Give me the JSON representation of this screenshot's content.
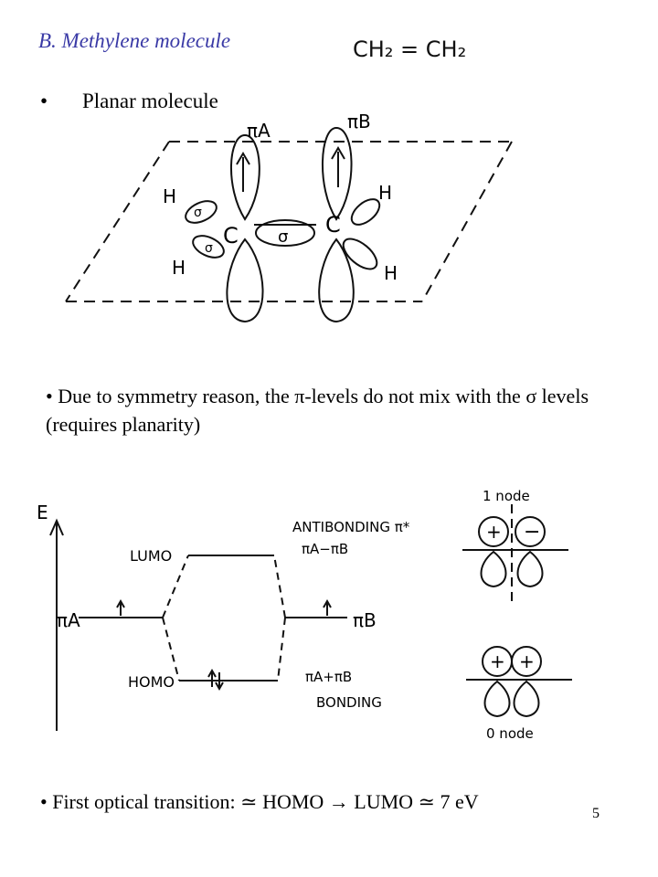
{
  "heading": "B. Methylene molecule",
  "formula": "CH₂ = CH₂",
  "bullet_glyph": "•",
  "bullet_planar": "Planar molecule",
  "orbital_sketch": {
    "pi_a": "πA",
    "pi_b": "πB",
    "h": "H",
    "c": "C",
    "sigma": "σ"
  },
  "symmetry_note": "• Due to symmetry reason, the π-levels do not mix with the σ levels (requires planarity)",
  "mo_diagram": {
    "energy_axis": "E",
    "lumo": "LUMO",
    "homo": "HOMO",
    "pi_a": "πA",
    "pi_b": "πB",
    "antibonding_line1": "ANTIBONDING π*",
    "antibonding_line2": "πA−πB",
    "bonding_line1": "πA+πB",
    "bonding_line2": "BONDING",
    "node_top": "1 node",
    "node_bottom": "0 node",
    "plus": "+",
    "minus": "−"
  },
  "transition_note": "• First optical transition: ≃ HOMO → LUMO ≃ 7 eV",
  "page_number": "5"
}
